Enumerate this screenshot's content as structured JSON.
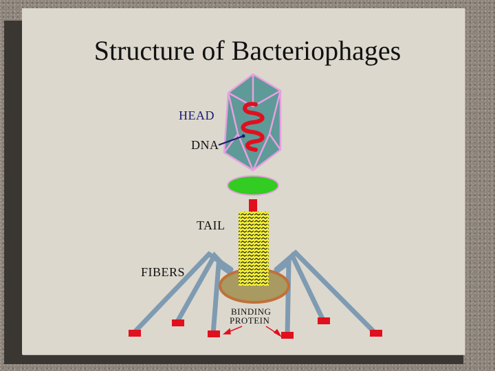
{
  "slide": {
    "title": "Structure of Bacteriophages"
  },
  "labels": {
    "head": "HEAD",
    "dna": "DNA",
    "tail": "TAIL",
    "fibers": "FIBERS",
    "binding_line1": "BINDING",
    "binding_line2": "PROTEIN"
  },
  "colors": {
    "background": "#8d847b",
    "slide": "#dcd8ce",
    "head_fill": "#5e9a98",
    "head_outline": "#e8a0e0",
    "dna": "#e0101e",
    "collar": "#33cc22",
    "tail_core": "#f4f034",
    "baseplate": "#a89a60",
    "fiber": "#7f9bb2",
    "foot": "#e0101e",
    "arrow": "#1a1a6e"
  }
}
